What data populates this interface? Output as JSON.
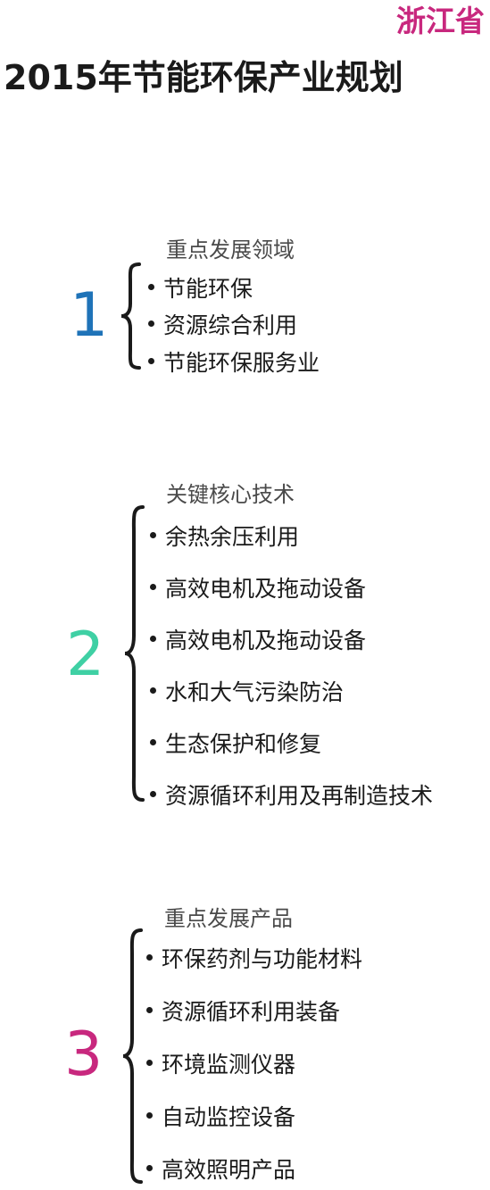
{
  "header": {
    "province": "浙江省",
    "title": "2015年节能环保产业规划"
  },
  "colors": {
    "province": "#c8287e",
    "section1": "#1f73b8",
    "section2": "#3fd0a4",
    "section3": "#c8287e"
  },
  "sections": [
    {
      "number": "1",
      "heading": "重点发展领域",
      "items": [
        "节能环保",
        "资源综合利用",
        "节能环保服务业"
      ]
    },
    {
      "number": "2",
      "heading": "关键核心技术",
      "items": [
        "余热余压利用",
        "高效电机及拖动设备",
        "高效电机及拖动设备",
        "水和大气污染防治",
        "生态保护和修复",
        "资源循环利用及再制造技术"
      ]
    },
    {
      "number": "3",
      "heading": "重点发展产品",
      "items": [
        "环保药剂与功能材料",
        "资源循环利用装备",
        "环境监测仪器",
        "自动监控设备",
        "高效照明产品"
      ]
    }
  ]
}
